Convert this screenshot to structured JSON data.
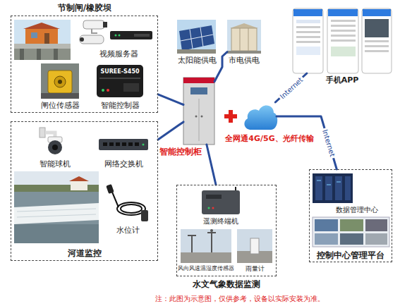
{
  "diagram": {
    "nodes": [
      {
        "text": [
          "节制闸/橡胶坝"
        ]
      },
      {
        "text": [
          "视频服务器"
        ],
        "in": 0
      },
      {
        "text": [
          "闸位传感器"
        ],
        "in": 0
      },
      {
        "text": [
          "智能控制器"
        ],
        "in": 0
      },
      {
        "text": [
          "太阳能供电"
        ]
      },
      {
        "text": [
          "市电供电"
        ]
      },
      {
        "text": [
          "手机APP"
        ]
      },
      {
        "text": [
          "智能控制柜"
        ]
      },
      {
        "text": [
          "全网通4G/5G、光纤传输"
        ]
      },
      {
        "text": [
          "河道监控"
        ]
      },
      {
        "text": [
          "智能球机"
        ],
        "in": 9
      },
      {
        "text": [
          "网络交换机"
        ],
        "in": 9
      },
      {
        "text": [
          "水位计"
        ],
        "in": 9
      },
      {
        "text": [
          "水文气象数据监测"
        ]
      },
      {
        "text": [
          "遥测终端机"
        ],
        "in": 13
      },
      {
        "text": [
          "风向风速温湿度传感器"
        ],
        "in": 13
      },
      {
        "text": [
          "雨量计"
        ],
        "in": 13
      },
      {
        "text": [
          "控制中心管理平台"
        ]
      },
      {
        "text": [
          "数据管理中心"
        ],
        "in": 17
      }
    ],
    "edges": [
      {
        "from": 7,
        "to": 0,
        "arrow": "none"
      },
      {
        "from": 7,
        "to": 9,
        "arrow": "none"
      },
      {
        "from": 7,
        "to": 13,
        "arrow": "none"
      },
      {
        "from": 7,
        "to": 5,
        "arrow": "none"
      },
      {
        "from": 8,
        "to": 6,
        "label": "Internet",
        "arrow": "none"
      },
      {
        "from": 8,
        "to": 17,
        "label": "Internet",
        "arrow": "none"
      }
    ],
    "labels": [
      "SUREE-S450",
      "注：此图为示意图，仅供参考，设备以实际安装为准。"
    ]
  }
}
